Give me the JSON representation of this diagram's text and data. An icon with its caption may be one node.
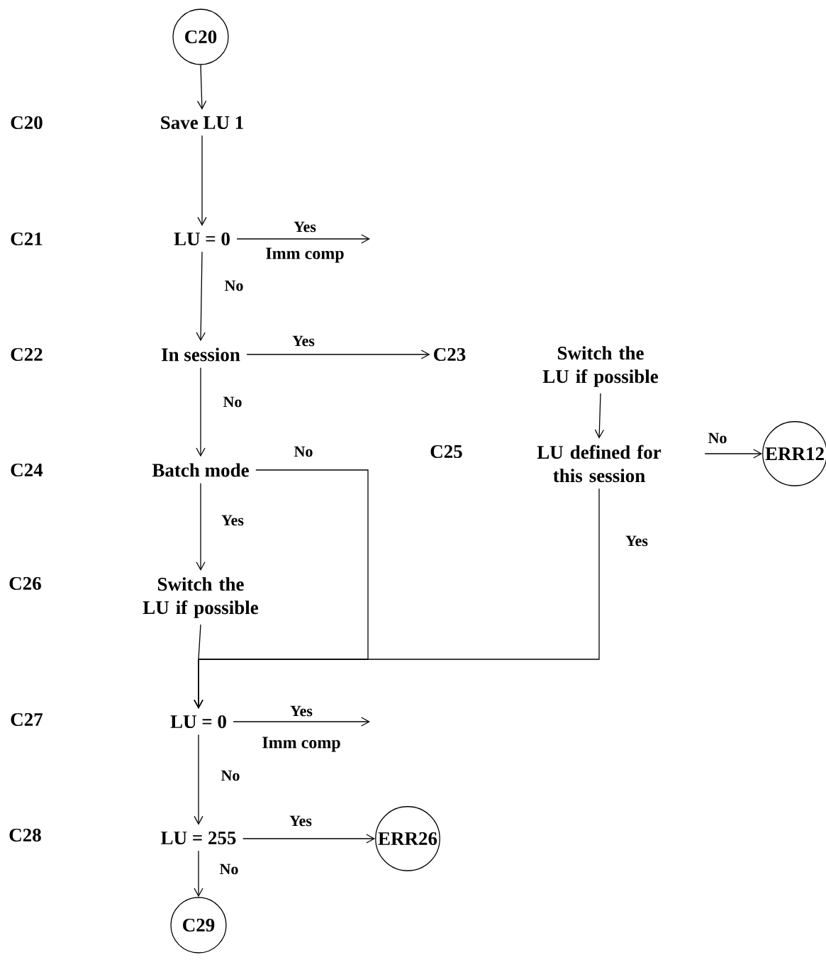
{
  "diagram": {
    "nodes": [
      {
        "text": [
          "C20"
        ]
      },
      {
        "text": [
          "Save LU 1"
        ]
      },
      {
        "text": [
          "LU = 0"
        ]
      },
      {
        "text": [
          "In session"
        ]
      },
      {
        "text": [
          "Switch the LU if possible"
        ]
      },
      {
        "text": [
          "Batch mode"
        ]
      },
      {
        "text": [
          "LU defined for this session"
        ]
      },
      {
        "text": [
          "ERR12"
        ]
      },
      {
        "text": [
          "Switch the LU if possible"
        ]
      },
      {
        "text": [
          "LU = 0"
        ]
      },
      {
        "text": [
          "LU = 255"
        ]
      },
      {
        "text": [
          "ERR26"
        ]
      },
      {
        "text": [
          "C29"
        ]
      },
      {
        "text": [
          "C23"
        ]
      }
    ],
    "edges": [
      {
        "from": 0,
        "to": 1,
        "arrow": "to"
      },
      {
        "from": 1,
        "to": 2,
        "arrow": "to"
      },
      {
        "from": 2,
        "to": null,
        "arrow": "to",
        "label": "Yes"
      },
      {
        "from": 2,
        "to": 3,
        "arrow": "to",
        "label": "No"
      },
      {
        "from": 3,
        "to": 13,
        "arrow": "to",
        "label": "Yes"
      },
      {
        "from": 4,
        "to": 6,
        "arrow": "to"
      },
      {
        "from": 6,
        "to": 7,
        "arrow": "to",
        "label": "No"
      },
      {
        "from": 3,
        "to": 5,
        "arrow": "to",
        "label": "No"
      },
      {
        "from": 5,
        "to": 8,
        "arrow": "to",
        "label": "Yes"
      },
      {
        "from": 5,
        "to": 9,
        "arrow": "to",
        "label": "No"
      },
      {
        "from": 6,
        "to": 9,
        "arrow": "to",
        "label": "Yes"
      },
      {
        "from": 8,
        "to": 9,
        "arrow": "to"
      },
      {
        "from": 9,
        "to": null,
        "arrow": "to",
        "label": "Yes"
      },
      {
        "from": 9,
        "to": 10,
        "arrow": "to",
        "label": "No"
      },
      {
        "from": 10,
        "to": 11,
        "arrow": "to",
        "label": "Yes"
      },
      {
        "from": 10,
        "to": 12,
        "arrow": "to",
        "label": "No"
      }
    ],
    "labels": [
      "C20",
      "C21",
      "Imm comp",
      "C22",
      "C25",
      "C24",
      "C26",
      "C27",
      "Imm comp",
      "C28"
    ]
  }
}
